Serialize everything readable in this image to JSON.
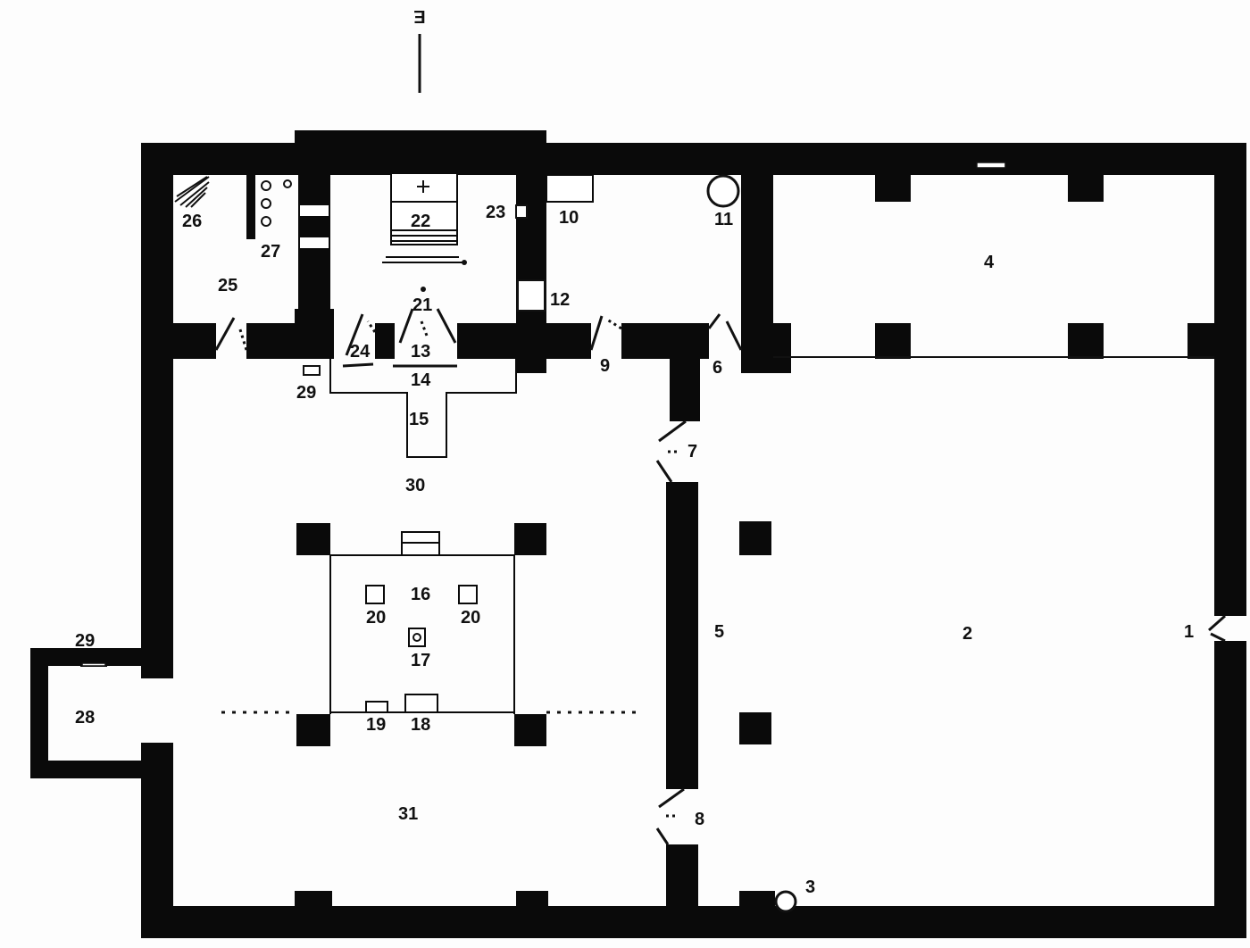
{
  "compass": {
    "glyph": "E"
  },
  "labels": {
    "n1": "1",
    "n2": "2",
    "n3": "3",
    "n4": "4",
    "n5": "5",
    "n6": "6",
    "n7": "7",
    "n8": "8",
    "n9": "9",
    "n10": "10",
    "n11": "11",
    "n12": "12",
    "n13": "13",
    "n14": "14",
    "n15": "15",
    "n16": "16",
    "n17": "17",
    "n18": "18",
    "n19": "19",
    "n20a": "20",
    "n20b": "20",
    "n21": "21",
    "n22": "22",
    "n23": "23",
    "n24": "24",
    "n25": "25",
    "n26": "26",
    "n27": "27",
    "n28": "28",
    "n29a": "29",
    "n29b": "29",
    "n30": "30",
    "n31": "31"
  }
}
